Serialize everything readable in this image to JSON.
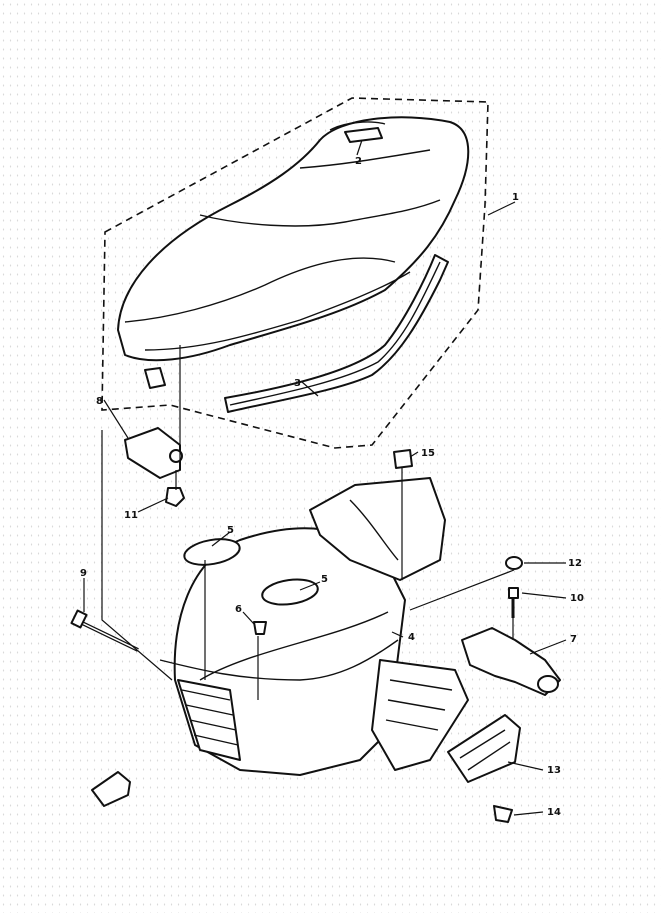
{
  "callouts": {
    "c1": "1",
    "c2": "2",
    "c3": "3",
    "c4": "4",
    "c5a": "5",
    "c5b": "5",
    "c6": "6",
    "c7": "7",
    "c8": "8",
    "c9": "9",
    "c10": "10",
    "c11": "11",
    "c12": "12",
    "c13": "13",
    "c14": "14",
    "c15": "15"
  }
}
